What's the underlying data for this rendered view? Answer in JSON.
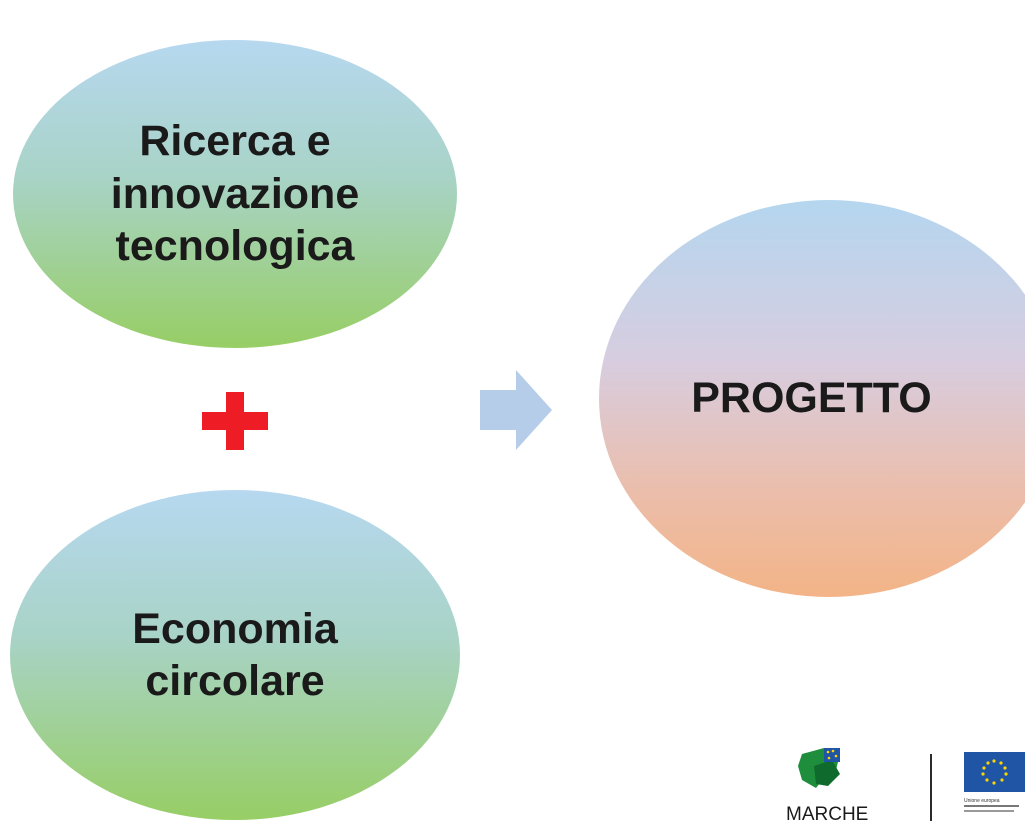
{
  "nodes": {
    "top": {
      "label": "Ricerca e\ninnovazione\ntecnologica"
    },
    "bottom": {
      "label": "Economia\ncircolare"
    },
    "result": {
      "label": "PROGETTO"
    }
  },
  "connectors": {
    "plus_icon": "plus-icon",
    "arrow_icon": "arrow-right-icon"
  },
  "logos": {
    "region_logo_text": "MARCHE",
    "eu_logo_text": "Unione europea"
  },
  "colors": {
    "green_gradient_top": "#b7d8f0",
    "green_gradient_bottom": "#97ce65",
    "orange_gradient_top": "#b4d6ef",
    "orange_gradient_bottom": "#f3b487",
    "plus": "#ee1c24",
    "arrow": "#b5cde9",
    "eu_blue": "#1f55a4",
    "eu_star": "#ffd500",
    "region_green": "#1f8e3c"
  }
}
